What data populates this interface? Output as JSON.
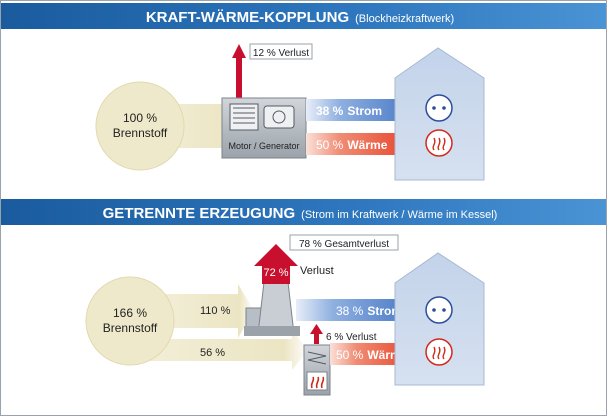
{
  "kwk": {
    "title": "KRAFT-WÄRME-KOPPLUNG",
    "subtitle": "(Blockheizkraftwerk)",
    "fuel_percent": "100 %",
    "fuel_label": "Brennstoff",
    "loss_text": "12 % Verlust",
    "machine_label": "Motor / Generator",
    "power_pct": "38 %",
    "power_label": "Strom",
    "heat_pct": "50 %",
    "heat_label": "Wärme"
  },
  "getrennt": {
    "title": "GETRENNTE ERZEUGUNG",
    "subtitle": "(Strom im Kraftwerk / Wärme im Kessel)",
    "fuel_percent": "166 %",
    "fuel_label": "Brennstoff",
    "total_loss_text": "78 % Gesamtverlust",
    "plant_loss_pct": "72 %",
    "plant_loss_label": "Verlust",
    "plant_input_pct": "110 %",
    "boiler_input_pct": "56 %",
    "power_pct": "38 %",
    "power_label": "Strom",
    "boiler_loss_text": "6 % Verlust",
    "heat_pct": "50 %",
    "heat_label": "Wärme"
  },
  "colors": {
    "band_dark": "#1a5b9e",
    "band_light": "#3d86c9",
    "fuel": "#f0ebcf",
    "power_arrow": "#4f7fc9",
    "heat_arrow": "#e8452e",
    "loss_arrow": "#c8102e",
    "house": "#c9d7ea"
  }
}
